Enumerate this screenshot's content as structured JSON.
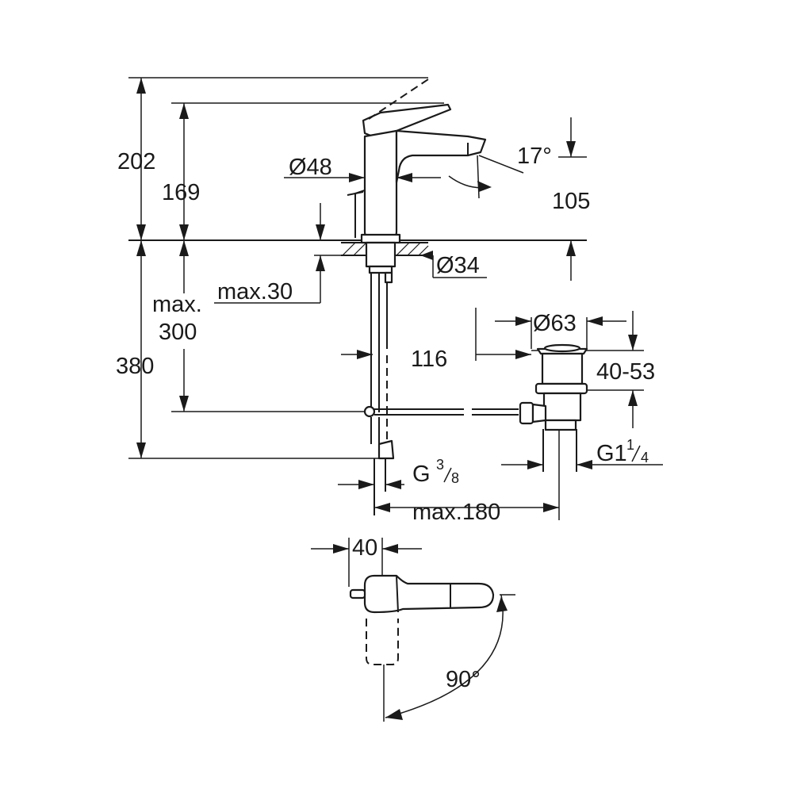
{
  "dimensions": {
    "height_total": "202",
    "height_spout": "169",
    "body_diameter": "Ø48",
    "spout_angle": "17°",
    "spout_reach": "105",
    "hole_diameter": "Ø34",
    "max_deck": "max.30",
    "max_hose_label": "max.",
    "max_hose_value": "300",
    "total_below": "380",
    "waste_offset": "116",
    "waste_diameter": "Ø63",
    "waste_range": "40-53",
    "thread_supply_main": "G",
    "thread_supply_num": "3",
    "thread_supply_den": "8",
    "thread_waste_main": "G1",
    "thread_waste_num": "1",
    "thread_waste_den": "4",
    "max_width": "max.180",
    "lever_offset": "40",
    "lever_rotation": "90°"
  }
}
